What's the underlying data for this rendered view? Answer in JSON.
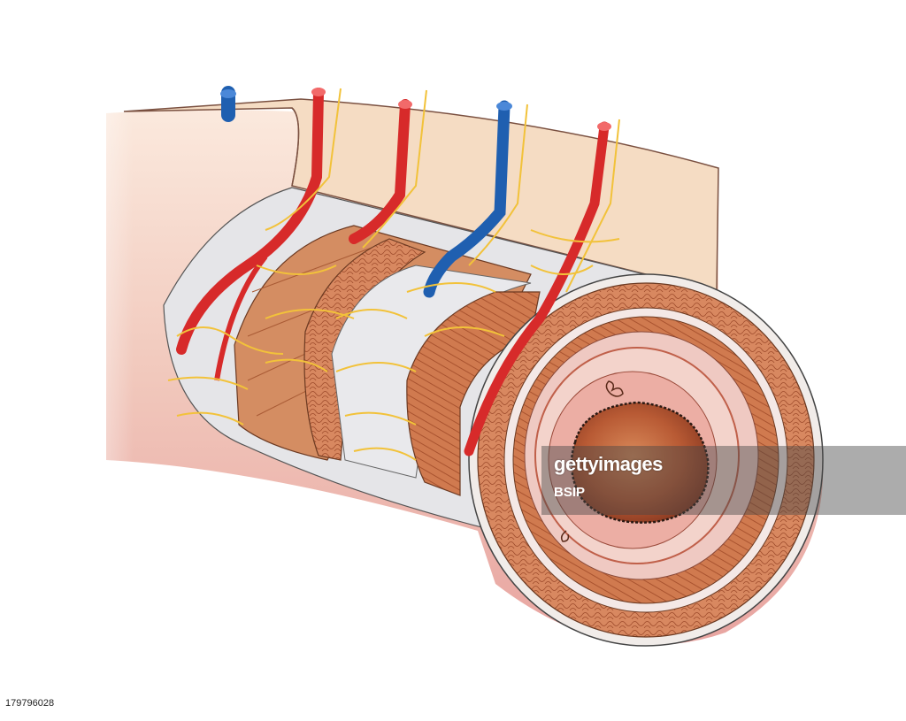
{
  "watermark": {
    "brand": "gettyimages",
    "credit": "BSIP"
  },
  "image_id": "179796028",
  "colors": {
    "artery": "#d72a2a",
    "vein": "#1f5fb0",
    "nerve": "#f2c23a",
    "serosa": "#f4dcc2",
    "muscle": "#c8693f",
    "mucosa": "#e9a69a",
    "lumen": "#c0683f",
    "submucosa": "#efe6e6"
  }
}
